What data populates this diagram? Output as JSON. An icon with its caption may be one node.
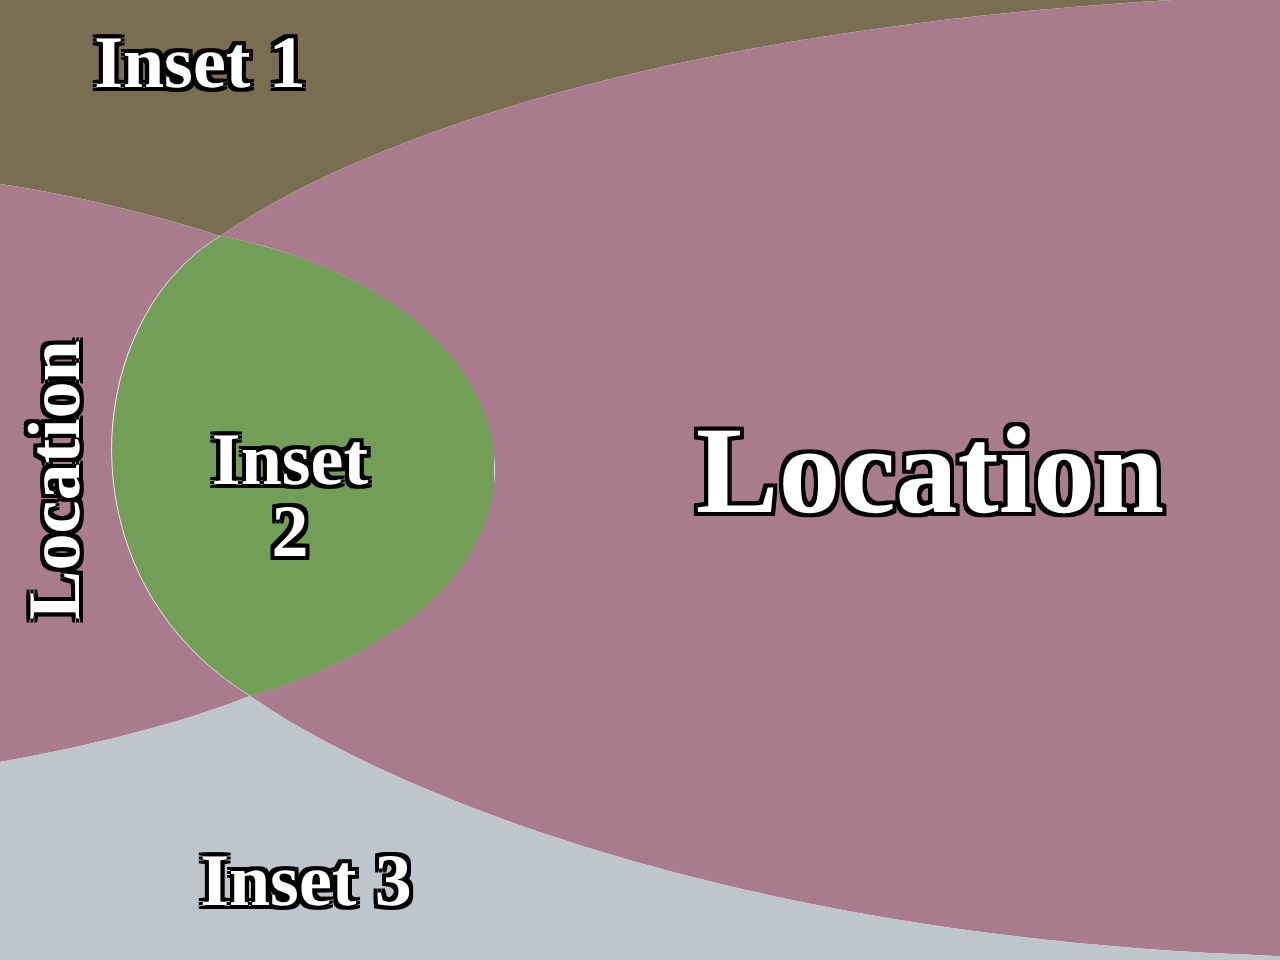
{
  "diagram": {
    "nodes": [
      {
        "text": [
          "Inset 1"
        ]
      },
      {
        "text": [
          "Location"
        ]
      },
      {
        "text": [
          "Inset 2"
        ]
      },
      {
        "text": [
          "Location"
        ]
      },
      {
        "text": [
          "Inset 3"
        ]
      }
    ]
  }
}
